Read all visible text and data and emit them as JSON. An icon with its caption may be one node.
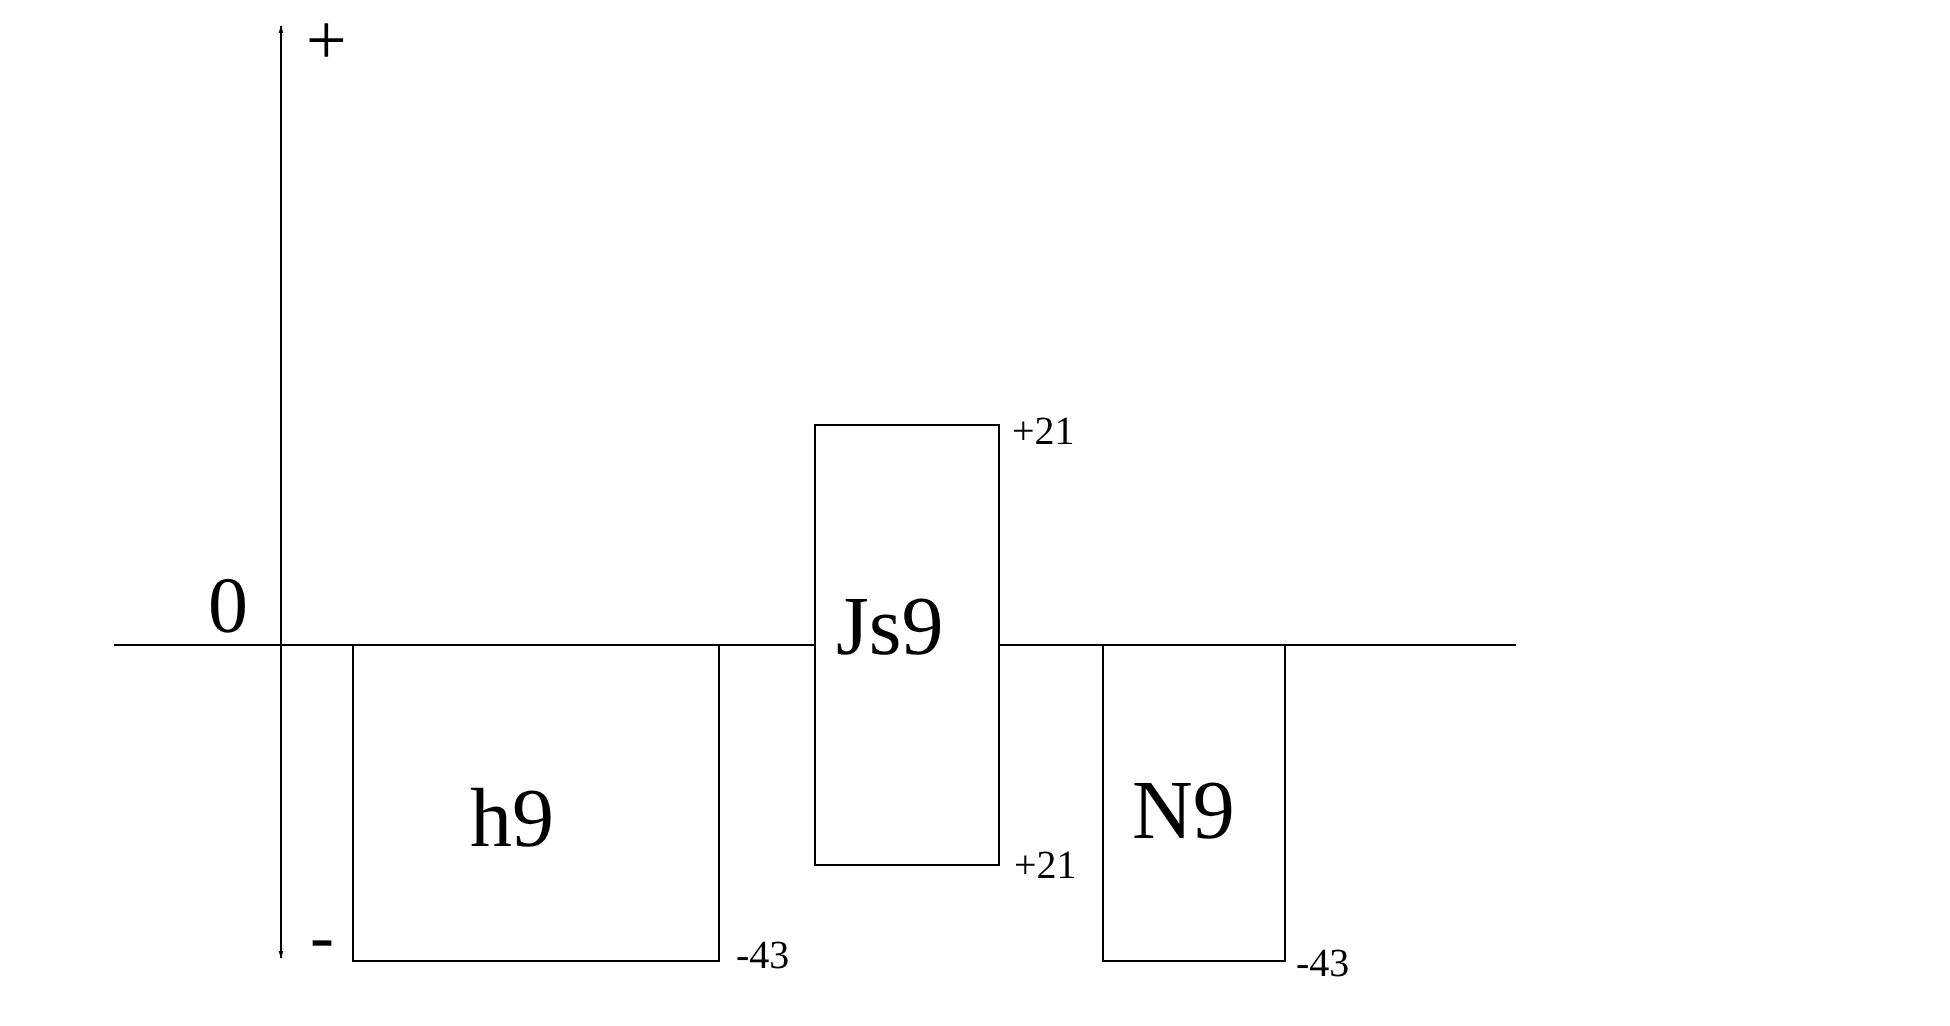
{
  "diagram": {
    "nodes": [
      {
        "text": [
          "h9"
        ],
        "beside": [
          "-43"
        ]
      },
      {
        "text": [
          "Js9"
        ],
        "beside": [
          "+21",
          "+21"
        ]
      },
      {
        "text": [
          "N9"
        ],
        "beside": [
          "-43"
        ]
      }
    ],
    "labels": [
      "+",
      "0",
      "-"
    ]
  }
}
